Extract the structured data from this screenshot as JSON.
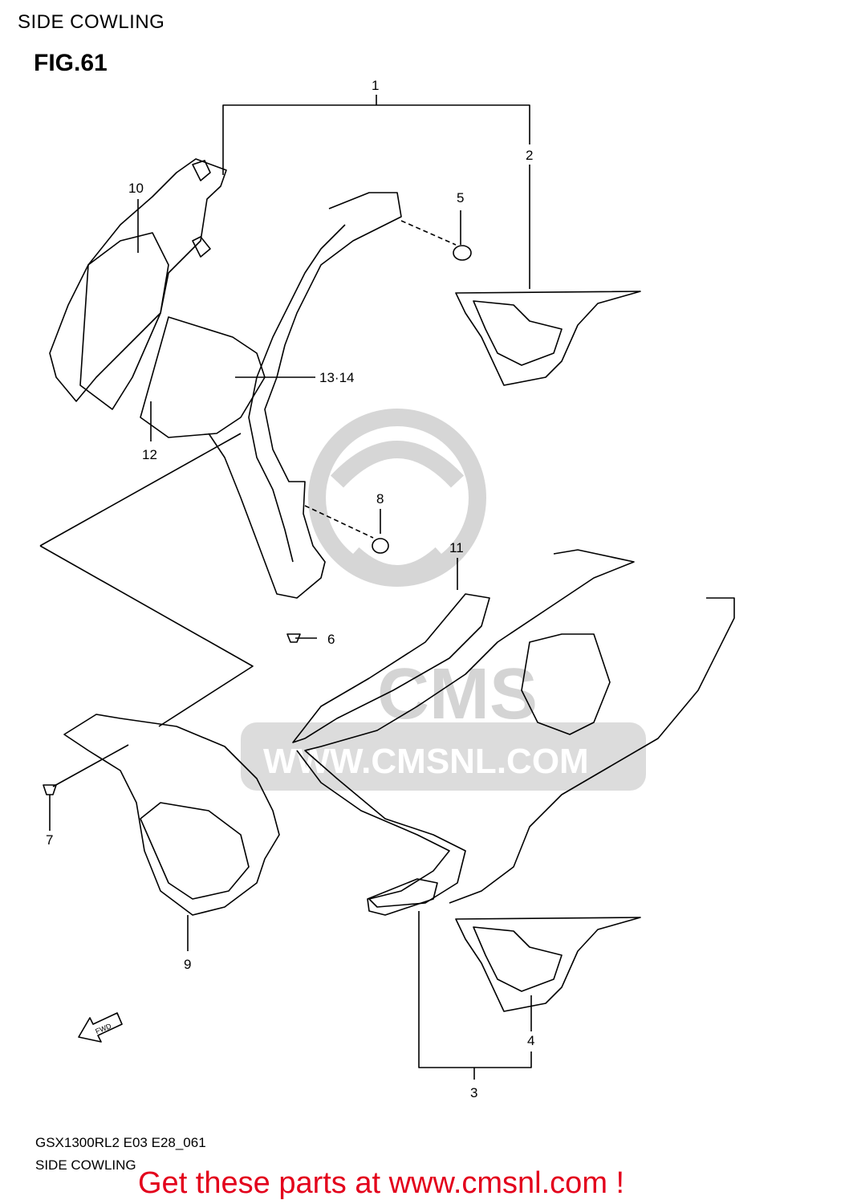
{
  "header": {
    "title": "SIDE COWLING",
    "figure": "FIG.61"
  },
  "callouts": {
    "c1": "1",
    "c2": "2",
    "c3": "3",
    "c4": "4",
    "c5": "5",
    "c6": "6",
    "c7": "7",
    "c8": "8",
    "c9": "9",
    "c10": "10",
    "c11": "11",
    "c12": "12",
    "c13_14": "13·14"
  },
  "arrow_badge": "FWD",
  "watermark": {
    "brand": "CMS",
    "url": "WWW.CMSNL.COM"
  },
  "footer": {
    "model_code": "GSX1300RL2 E03 E28_061",
    "section": "SIDE COWLING",
    "promo": "Get these parts at www.cmsnl.com !"
  },
  "colors": {
    "line": "#000000",
    "watermark": "#d9d9d9",
    "promo": "#e3001b"
  }
}
